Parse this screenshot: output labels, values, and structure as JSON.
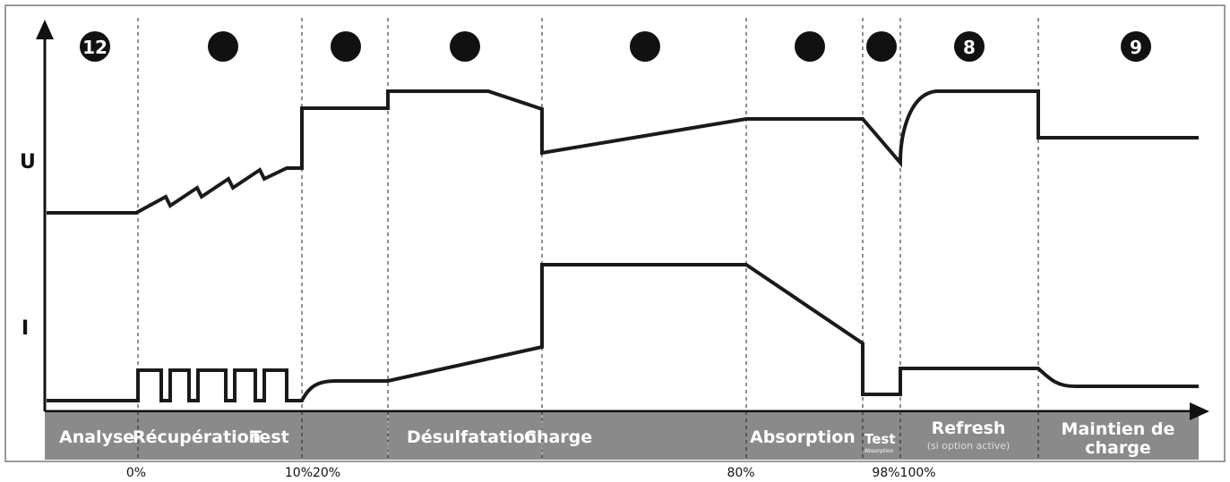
{
  "axes": {
    "voltage_label": "U",
    "current_label": "I"
  },
  "step_markers": [
    "12",
    "",
    "",
    "",
    "",
    "",
    "",
    "8",
    "9"
  ],
  "phases": {
    "analyse": "Analyse",
    "recuperation": "Récupération",
    "test": "Test",
    "desulfatation": "Désulfatation",
    "charge": "Charge",
    "absorption": "Absorption",
    "test_absorption": "Test",
    "test_absorption_sub": "Absorption",
    "refresh": "Refresh",
    "refresh_sub": "(si option active)",
    "maintien_line1": "Maintien de",
    "maintien_line2": "charge"
  },
  "percent_labels": [
    "0%",
    "10%20%",
    "80%",
    "98%100%"
  ],
  "colors": {
    "band": "#8a8a8a",
    "curve": "#1a1a1a",
    "band_text": "#ffffff"
  }
}
